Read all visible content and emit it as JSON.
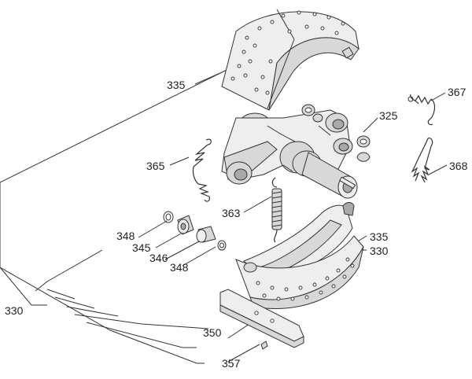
{
  "labels": {
    "l335a": "335",
    "l367": "367",
    "l325": "325",
    "l365": "365",
    "l368": "368",
    "l363": "363",
    "l348a": "348",
    "l345": "345",
    "l346": "346",
    "l348b": "348",
    "l335b": "335",
    "l330a": "330",
    "l330b": "330",
    "l350": "350",
    "l357": "357"
  }
}
